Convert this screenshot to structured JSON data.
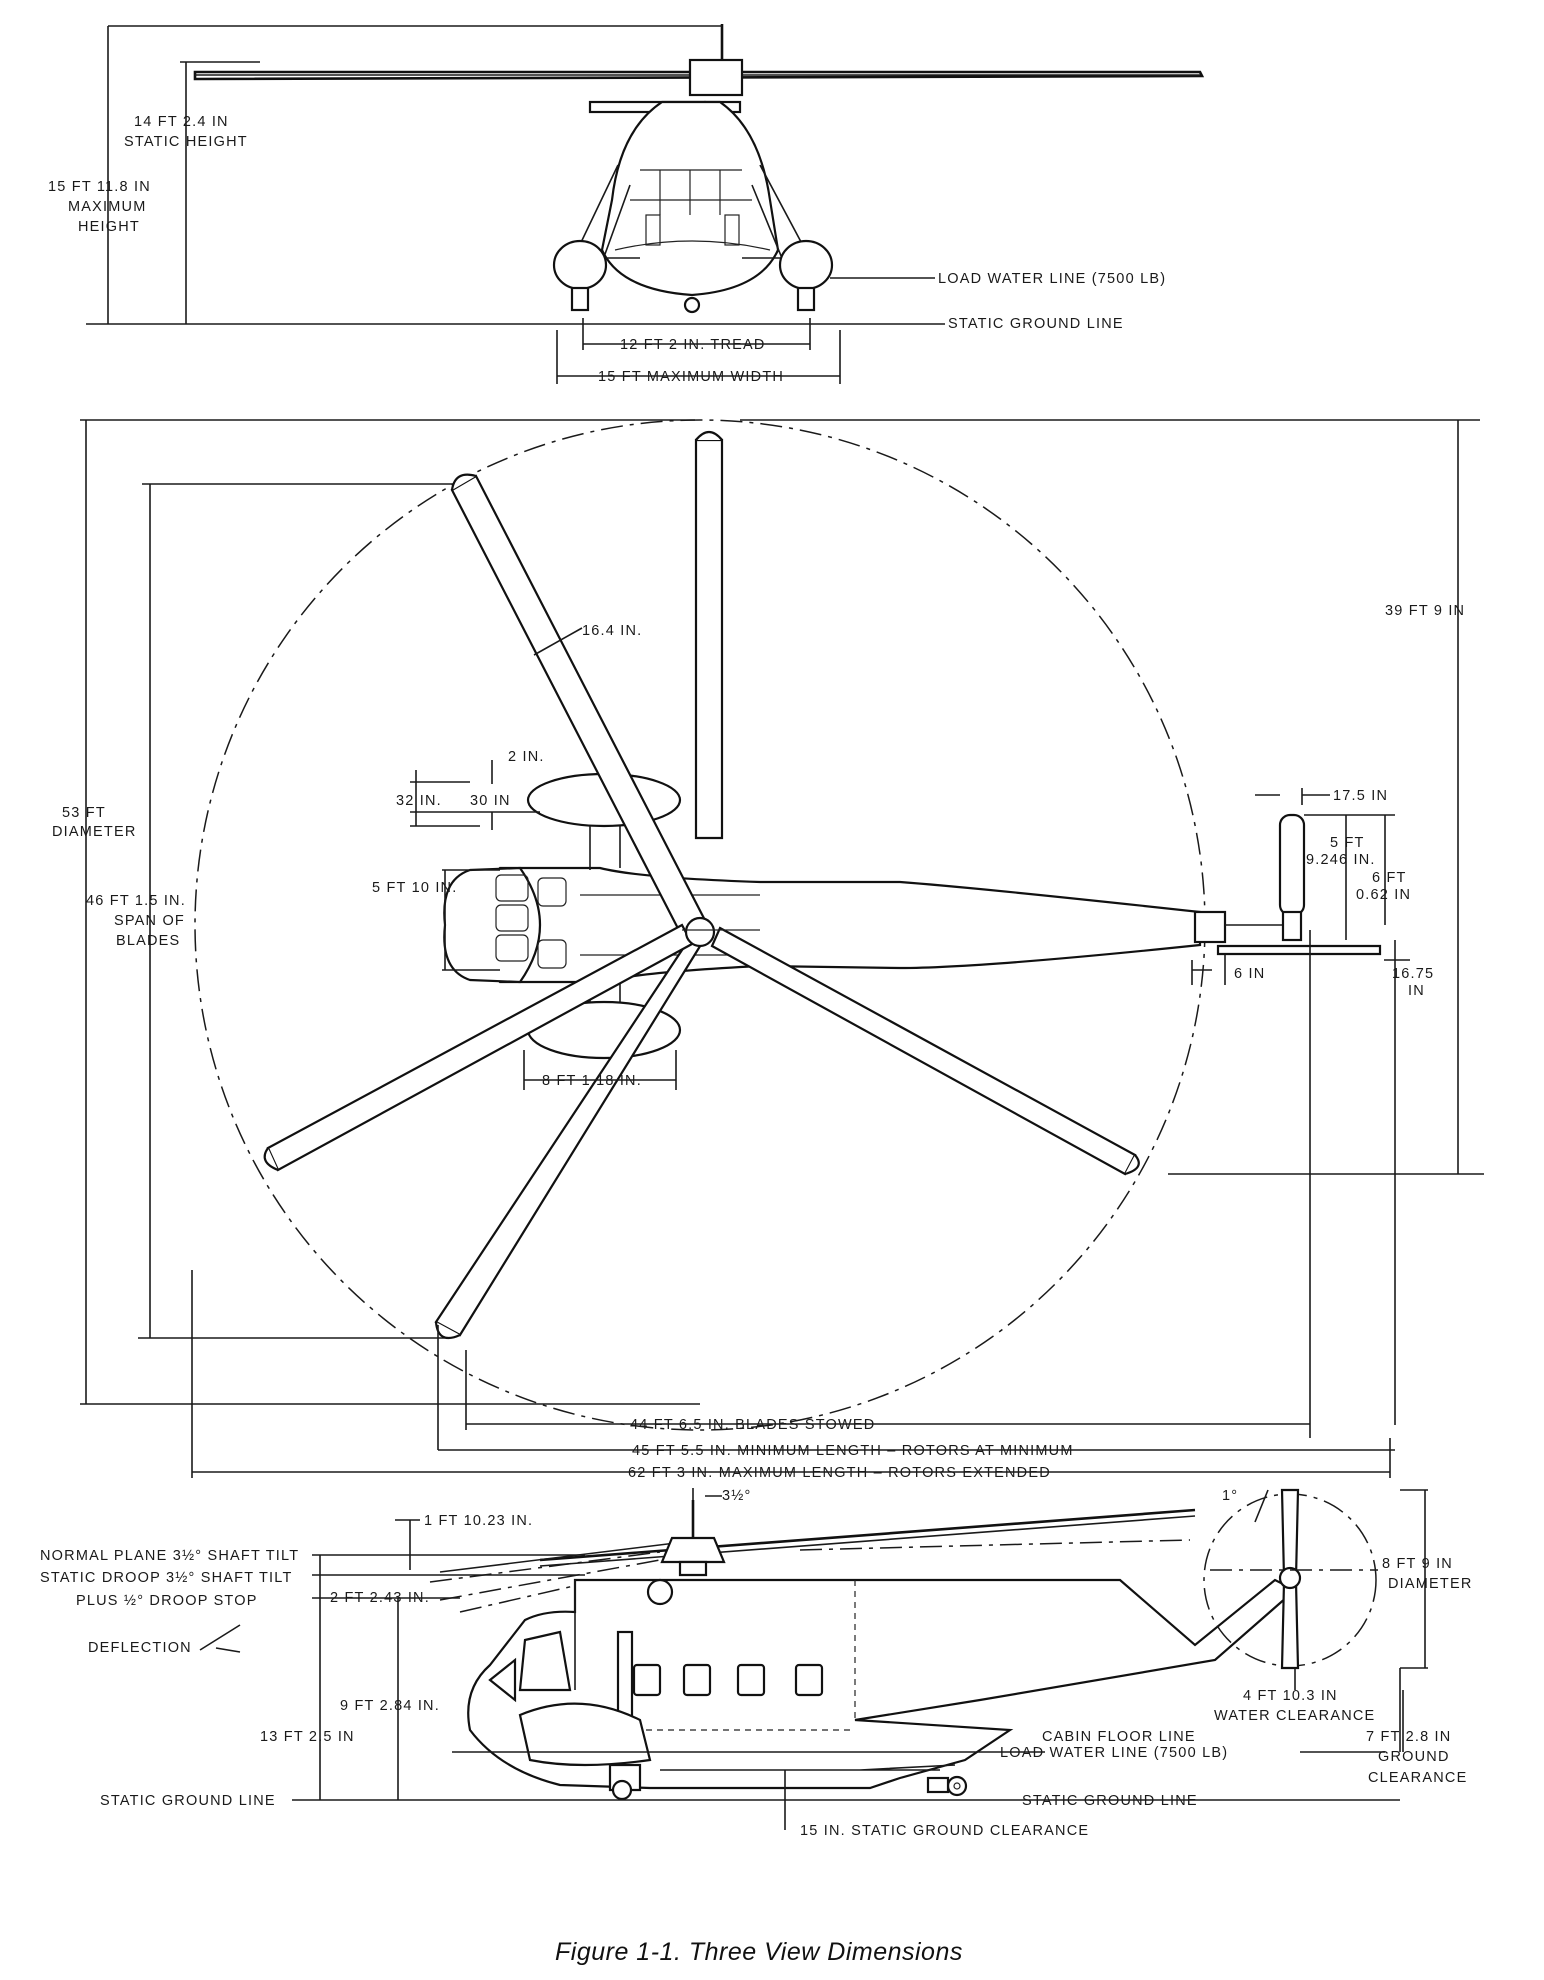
{
  "front_view": {
    "static_height": [
      "14 FT 2.4 IN",
      "STATIC HEIGHT"
    ],
    "maximum_height": [
      "15 FT 11.8 IN",
      "MAXIMUM",
      "HEIGHT"
    ],
    "load_water_line": "LOAD WATER LINE (7500 LB)",
    "static_ground_line": "STATIC GROUND LINE",
    "tread": "12 FT 2 IN. TREAD",
    "maximum_width": "15 FT MAXIMUM WIDTH"
  },
  "top_view": {
    "overall_width": "39 FT 9 IN",
    "rotor_diameter": [
      "53 FT",
      "DIAMETER"
    ],
    "span_of_blades": [
      "46 FT 1.5 IN.",
      "SPAN OF",
      "BLADES"
    ],
    "blade_chord": "16.4 IN.",
    "float_offset": "2 IN.",
    "float_width_outer": "32 IN.",
    "float_width_inner": "30 IN",
    "fuselage_width": "5 FT 10 IN.",
    "float_length": "8 FT 1.18 IN.",
    "tail_rotor_offset": "17.5 IN",
    "tail_dim_a": [
      "5 FT",
      "9.246 IN."
    ],
    "tail_dim_b": [
      "6 FT",
      "0.62 IN"
    ],
    "tail_hub_offset": "6 IN",
    "tail_rotor_height": [
      "16.75",
      "IN"
    ],
    "length_blades_stowed": "44 FT 6.5 IN. BLADES STOWED",
    "minimum_length": "45 FT 5.5 IN. MINIMUM LENGTH – ROTORS AT MINIMUM",
    "maximum_length": "62 FT 3 IN. MAXIMUM LENGTH – ROTORS EXTENDED"
  },
  "side_view": {
    "shaft_tilt_angle": "3½°",
    "hub_height": "1 FT 10.23 IN.",
    "tail_tilt": "1°",
    "normal_plane": "NORMAL PLANE 3½° SHAFT TILT",
    "static_droop": "STATIC DROOP 3½° SHAFT TILT",
    "plus_droop_stop": "PLUS ½° DROOP STOP",
    "deflection": "DEFLECTION",
    "droop_dim": "2 FT 2.43 IN.",
    "cabin_height": "9 FT 2.84 IN.",
    "overall_height": "13 FT 2.5 IN",
    "tail_rotor_diameter": [
      "8 FT 9 IN",
      "DIAMETER"
    ],
    "water_clearance": [
      "4 FT 10.3 IN",
      "WATER CLEARANCE"
    ],
    "ground_clearance": [
      "7 FT 2.8 IN",
      "GROUND",
      "CLEARANCE"
    ],
    "cabin_floor_line": "CABIN FLOOR LINE",
    "load_water_line": "LOAD WATER LINE (7500 LB)",
    "static_ground_line_left": "STATIC GROUND LINE",
    "static_ground_line_right": "STATIC GROUND LINE",
    "static_ground_clearance": "15 IN. STATIC GROUND CLEARANCE"
  },
  "caption": "Figure 1-1.  Three View Dimensions"
}
